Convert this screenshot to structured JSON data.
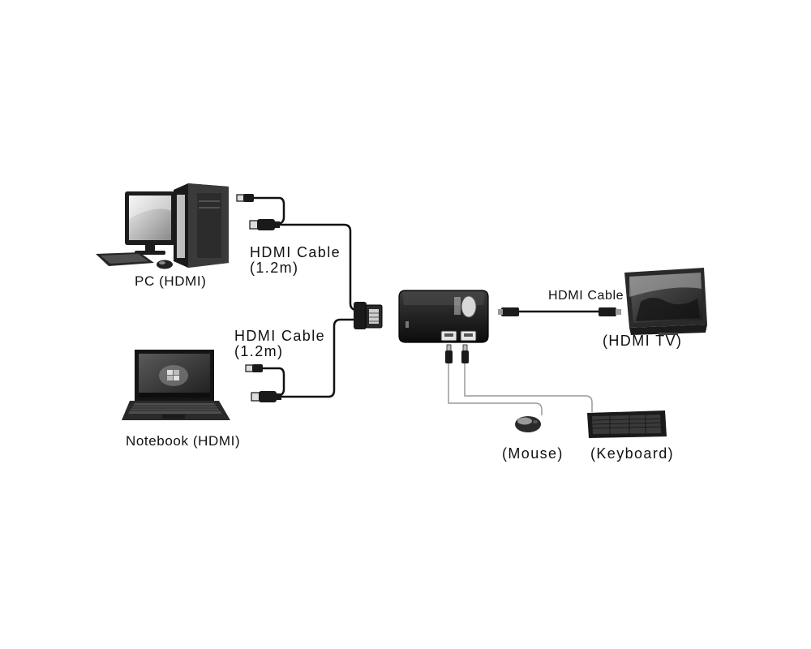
{
  "labels": {
    "pc": "PC (HDMI)",
    "notebook": "Notebook (HDMI)",
    "pc_cable": {
      "line1": "HDMI Cable",
      "line2": "(1.2m)"
    },
    "notebook_cable": {
      "line1": "HDMI Cable",
      "line2": "(1.2m)"
    },
    "tv_cable": "HDMI Cable",
    "tv": "(HDMI TV)",
    "mouse": "(Mouse)",
    "keyboard": "(Keyboard)"
  },
  "devices": [
    {
      "id": "pc",
      "icon": "desktop-pc-icon"
    },
    {
      "id": "notebook",
      "icon": "laptop-icon"
    },
    {
      "id": "kvm",
      "icon": "kvm-switch-icon"
    },
    {
      "id": "tv",
      "icon": "tv-icon"
    },
    {
      "id": "mouse",
      "icon": "mouse-icon"
    },
    {
      "id": "keyboard",
      "icon": "keyboard-icon"
    }
  ],
  "colors": {
    "background": "#ffffff",
    "device": "#1a1a1a",
    "cable": "#111111",
    "usb_wire": "#9a9a9a",
    "text": "#111111"
  }
}
